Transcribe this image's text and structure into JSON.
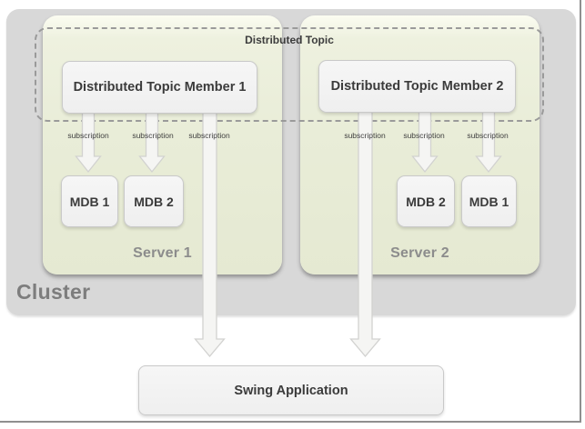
{
  "diagram": {
    "cluster": {
      "label": "Cluster",
      "distributed_topic": {
        "label": "Distributed Topic"
      },
      "servers": [
        {
          "label": "Server 1",
          "member": "Distributed Topic Member 1",
          "subscriptions": [
            "subscription",
            "subscription",
            "subscription"
          ],
          "mdbs": [
            "MDB 1",
            "MDB 2"
          ]
        },
        {
          "label": "Server 2",
          "member": "Distributed Topic Member 2",
          "subscriptions": [
            "subscription",
            "subscription",
            "subscription"
          ],
          "mdbs": [
            "MDB 2",
            "MDB 1"
          ]
        }
      ]
    },
    "swing_app": {
      "label": "Swing Application"
    },
    "colors": {
      "cluster_bg": "#d8d8d8",
      "server_bg": "#e9edd8",
      "server_highlight": "#fbfcf1",
      "node_bg": "#f2f2f2",
      "node_border": "#c9c9c9",
      "dashed_border": "#9a9a9a",
      "arrow_fill": "#f5f5f3",
      "arrow_stroke": "#d2d2d0",
      "text_dark": "#3d3d3d",
      "text_gray": "#8c8c8c",
      "frame_border": "#8f8f8f"
    }
  }
}
